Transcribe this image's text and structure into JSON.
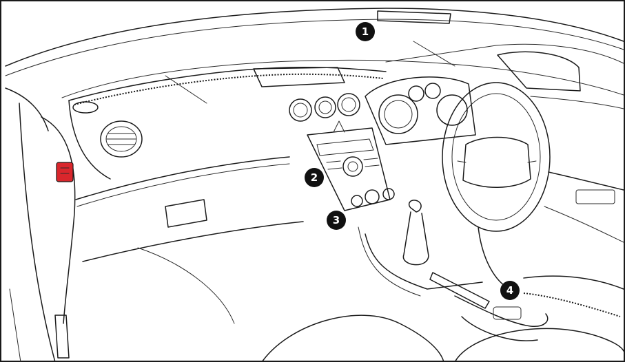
{
  "callouts": [
    {
      "id": "1",
      "label": "1"
    },
    {
      "id": "2",
      "label": "2"
    },
    {
      "id": "3",
      "label": "3"
    },
    {
      "id": "4",
      "label": "4"
    }
  ],
  "colors": {
    "line": "#1a1a1a",
    "hazard_button": "#d9262c",
    "marker": "#111111",
    "background": "#ffffff"
  }
}
